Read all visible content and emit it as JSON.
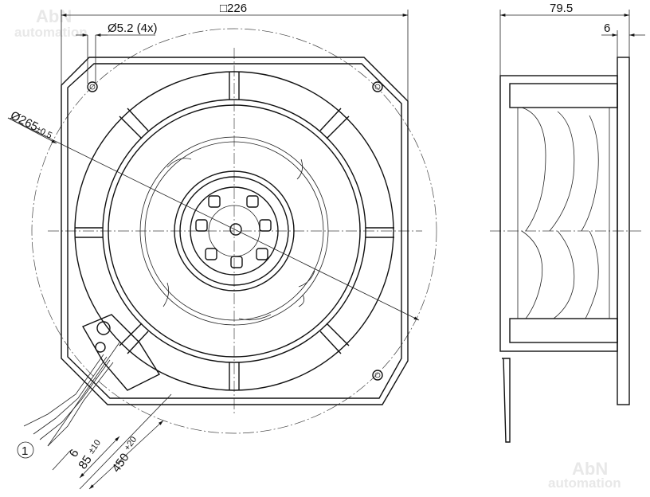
{
  "watermark": {
    "line1": "AbN",
    "line2": "automation"
  },
  "front_view": {
    "square_dim": "□226",
    "hole_dim": "Ø5.2 (4x)",
    "circle_dim": "Ø265",
    "circle_tol": "±0.5",
    "lead_strip": "6",
    "lead_len": "85",
    "lead_len_tol": "±10",
    "cable_len": "450",
    "cable_len_tol": "+20",
    "callout": "1"
  },
  "side_view": {
    "depth_dim": "79.5",
    "flange_dim": "6"
  }
}
